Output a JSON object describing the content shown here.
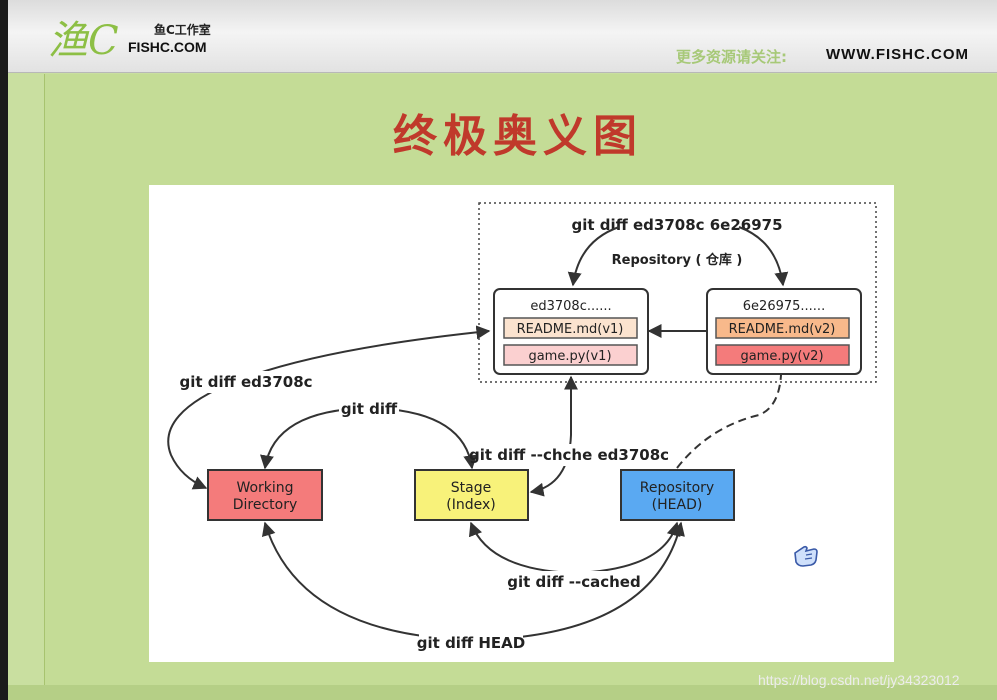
{
  "header": {
    "logo_mark": "渔C",
    "logo_cn": "鱼C工作室",
    "logo_en": "FISHC.COM",
    "follow_label": "更多资源请关注:",
    "follow_url": "WWW.FISHC.COM"
  },
  "title": "终极奥义图",
  "diagram": {
    "repo_box_label": "Repository ( 仓库 )",
    "repo_diff_label": "git diff ed3708c 6e26975",
    "commit_a": {
      "hash": "ed3708c......",
      "file1": "README.md(v1)",
      "file2": "game.py(v1)"
    },
    "commit_b": {
      "hash": "6e26975......",
      "file1": "README.md(v2)",
      "file2": "game.py(v2)"
    },
    "working_dir": {
      "line1": "Working",
      "line2": "Directory"
    },
    "stage": {
      "line1": "Stage",
      "line2": "(Index)"
    },
    "head_repo": {
      "line1": "Repository",
      "line2": "(HEAD)"
    },
    "label_diff_commit": "git diff ed3708c",
    "label_diff": "git diff",
    "label_diff_cached_commit": "git diff --chche ed3708c",
    "label_diff_cached": "git diff --cached",
    "label_diff_head": "git diff HEAD"
  },
  "colors": {
    "working_dir": "#f47b7b",
    "stage": "#f8f27a",
    "head_repo": "#5aa9f2",
    "file_v1_a": "#fbe3cf",
    "file_v1_b": "#fbd0d0",
    "file_v2_a": "#f8b98b",
    "file_v2_b": "#f47b7b"
  },
  "watermark": "https://blog.csdn.net/jy34323012"
}
